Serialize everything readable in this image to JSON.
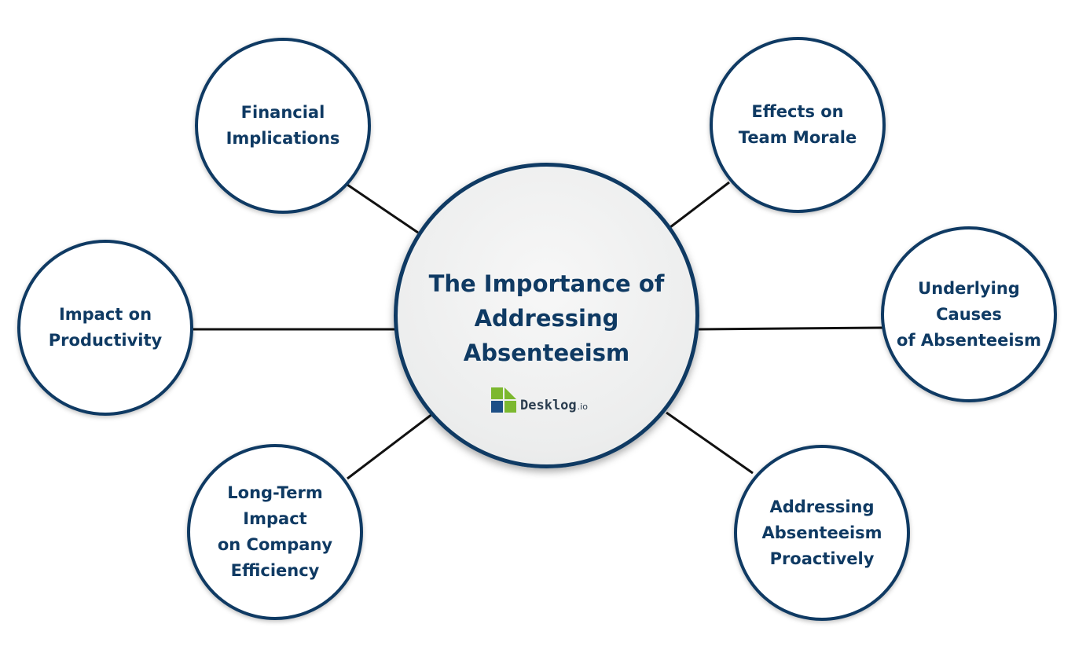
{
  "diagram": {
    "center": {
      "title": "The Importance of\nAddressing\nAbsenteeism",
      "logo_text": "Desklog",
      "logo_suffix": ".io"
    },
    "nodes": [
      {
        "id": "financial-implications",
        "label": "Financial\nImplications"
      },
      {
        "id": "effects-on-team-morale",
        "label": "Effects on\nTeam Morale"
      },
      {
        "id": "impact-on-productivity",
        "label": "Impact on\nProductivity"
      },
      {
        "id": "underlying-causes",
        "label": "Underlying\nCauses\nof Absenteeism"
      },
      {
        "id": "long-term-impact",
        "label": "Long-Term\nImpact\non Company\nEfficiency"
      },
      {
        "id": "addressing-proactively",
        "label": "Addressing\nAbsenteeism\nProactively"
      }
    ],
    "colors": {
      "border": "#0f3a63",
      "text": "#0f3a63",
      "connector": "#111111",
      "logo_green": "#7cb82f",
      "logo_blue": "#1d4f86"
    }
  }
}
